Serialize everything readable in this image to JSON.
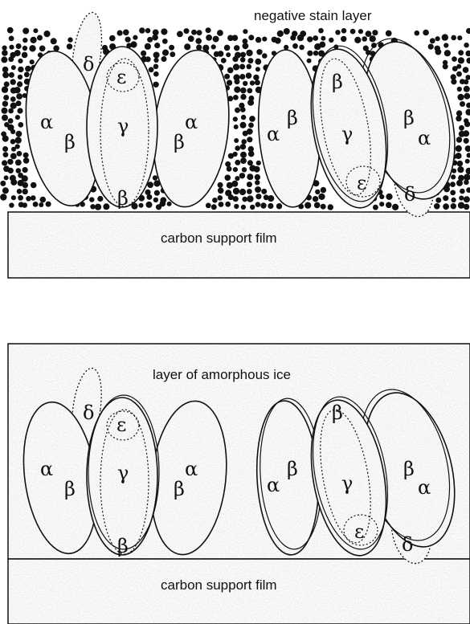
{
  "panels": {
    "stain": {
      "medium_label": "negative stain layer",
      "support_label": "carbon support film"
    },
    "ice": {
      "medium_label": "layer of amorphous ice",
      "support_label": "carbon support film"
    }
  },
  "subunit_labels": {
    "alpha": "α",
    "beta": "β",
    "gamma": "γ",
    "delta": "δ",
    "epsilon": "ε"
  },
  "colors": {
    "outline": "#111111",
    "stain_dot": "#111111",
    "speckle": "#9a9a9a"
  }
}
